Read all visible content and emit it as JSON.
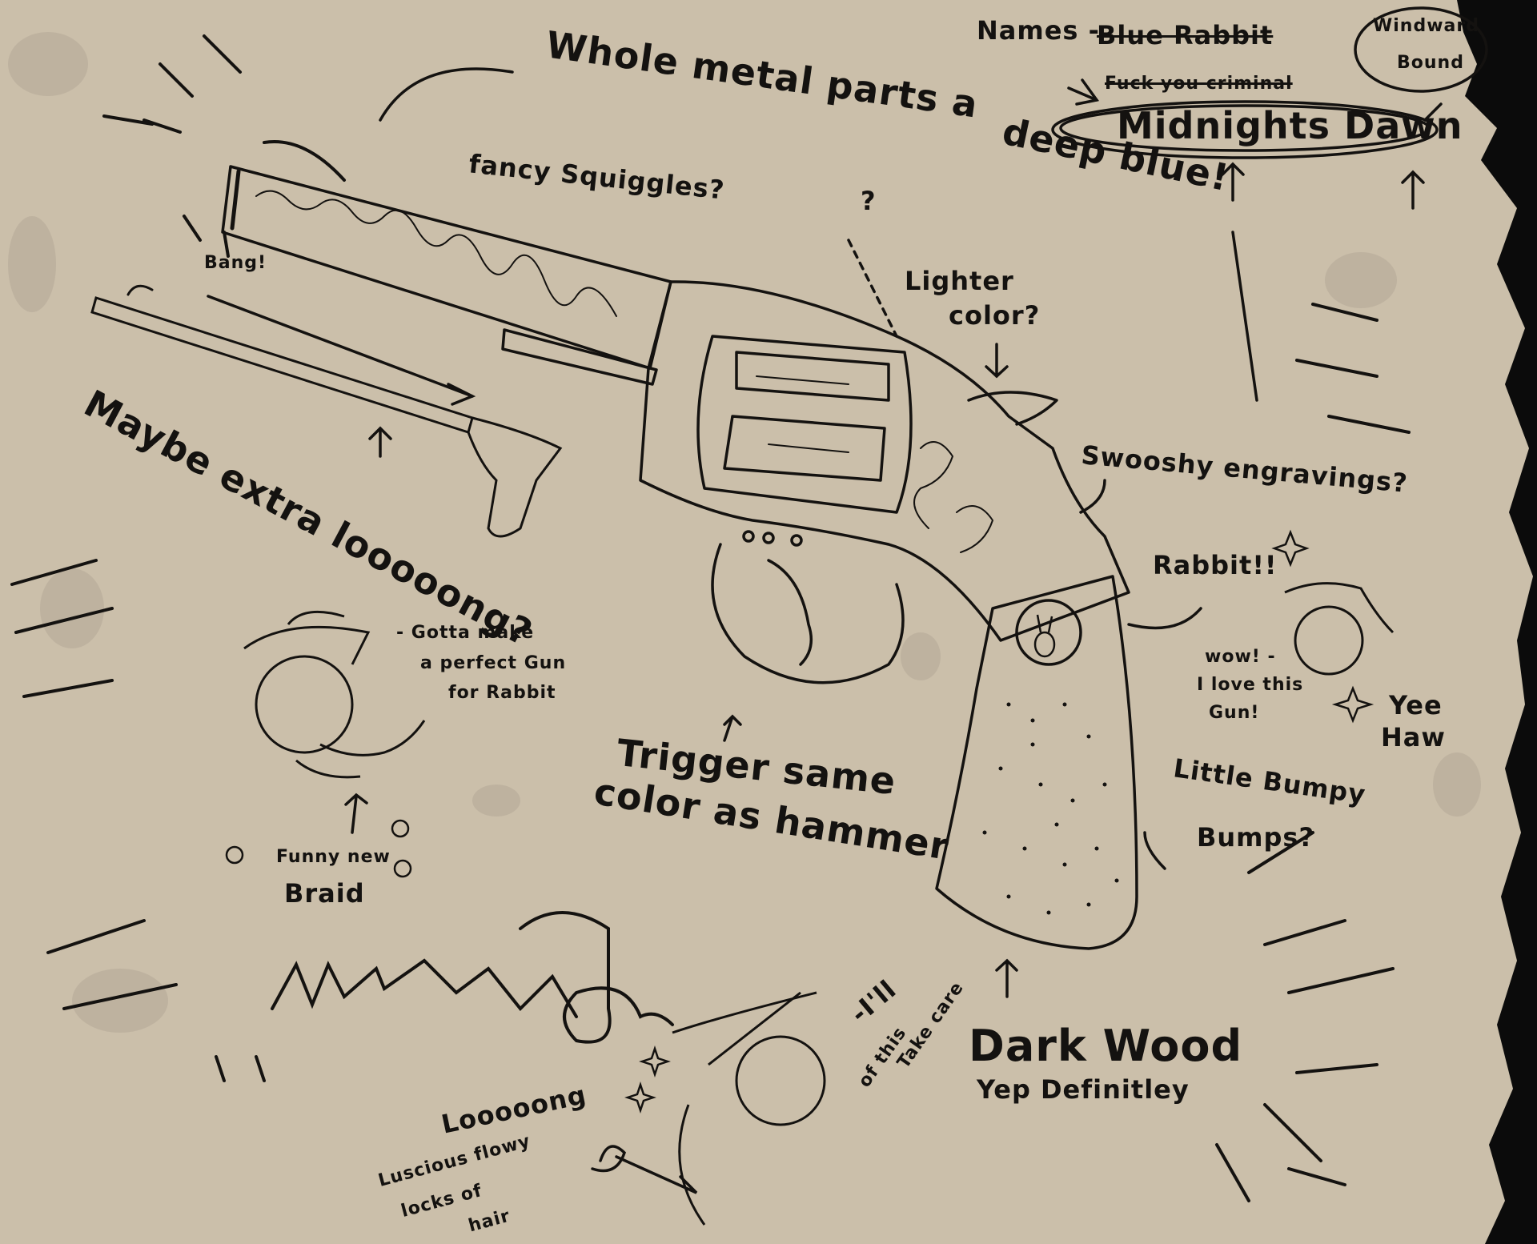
{
  "colors": {
    "paper": "#cbbfaa",
    "ink": "#141210",
    "background": "#0b0b0b",
    "stain": "#a59b8c"
  },
  "notes": {
    "names_label": "Names -",
    "names_struck_1": "Blue Rabbit",
    "names_struck_2": "Fuck you criminal",
    "names_chosen": "Midnights Dawn",
    "names_alt_1": "Windward",
    "names_alt_2": "Bound",
    "metal_line_1": "Whole metal parts a",
    "metal_line_2": "deep blue!",
    "fancy_squiggles": "fancy Squiggles?",
    "bang": "Bang!",
    "lighter_color_1": "Lighter",
    "lighter_color_2": "color?",
    "hammer_question": "?",
    "maybe_extra": "Maybe extra looooong?",
    "swooshy": "Swooshy engravings?",
    "rabbit": "Rabbit!!",
    "gotta_1": "- Gotta make",
    "gotta_2": "a perfect Gun",
    "gotta_3": "for Rabbit",
    "wow_1": "wow! -",
    "wow_2": "I love this",
    "wow_3": "Gun!",
    "yee_1": "Yee",
    "yee_2": "Haw",
    "trigger_1": "Trigger same",
    "trigger_2": "color as hammer",
    "little_bumps_1": "Little Bumpy",
    "little_bumps_2": "Bumps?",
    "funny_braid_1": "Funny new",
    "funny_braid_2": "Braid",
    "take_care_1": "-I'll",
    "take_care_2": "Take care",
    "take_care_3": "of this",
    "dark_wood": "Dark Wood",
    "yep": "Yep Definitley",
    "looong": "Looooong",
    "luscious_1": "Luscious flowy",
    "luscious_2": "locks of",
    "luscious_3": "hair"
  }
}
